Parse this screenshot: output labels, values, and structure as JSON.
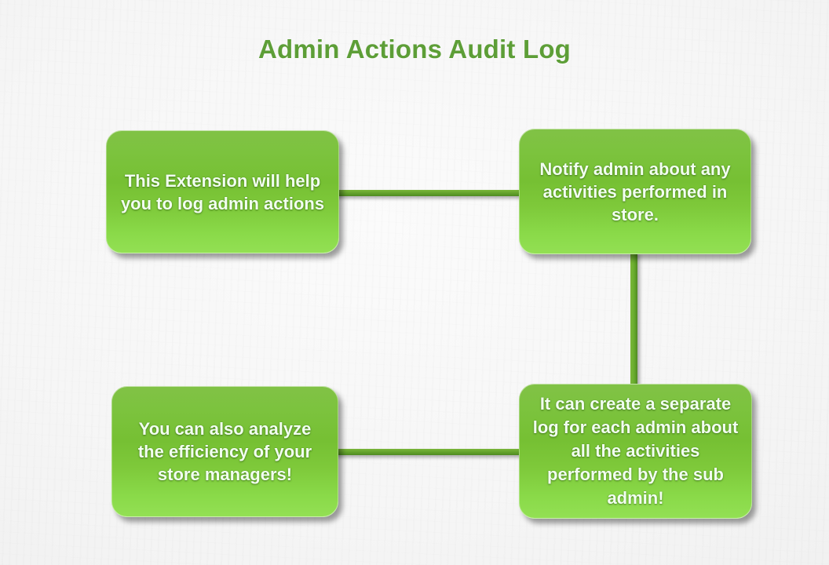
{
  "slide": {
    "title": "Admin Actions Audit Log",
    "title_color": "#5d9e37",
    "background_color": "#f5f5f5",
    "node_fill_top": "#7dc242",
    "node_fill_bottom": "#93e054",
    "node_text_color": "#f2fff0",
    "connector_color": "#62a12b"
  },
  "nodes": [
    {
      "id": "node-1",
      "text": "This Extension will help you to log admin actions"
    },
    {
      "id": "node-2",
      "text": "Notify admin about any activities performed in store."
    },
    {
      "id": "node-3",
      "text": "You can also analyze the efficiency of your store managers!"
    },
    {
      "id": "node-4",
      "text": "It can create a separate log for each admin about all the activities performed by the sub admin!"
    }
  ],
  "connectors": [
    {
      "id": "conn-top",
      "from": "node-1",
      "to": "node-2",
      "orientation": "horizontal"
    },
    {
      "id": "conn-mid",
      "from": "node-2",
      "to": "node-4",
      "orientation": "vertical"
    },
    {
      "id": "conn-bot",
      "from": "node-3",
      "to": "node-4",
      "orientation": "horizontal"
    }
  ]
}
